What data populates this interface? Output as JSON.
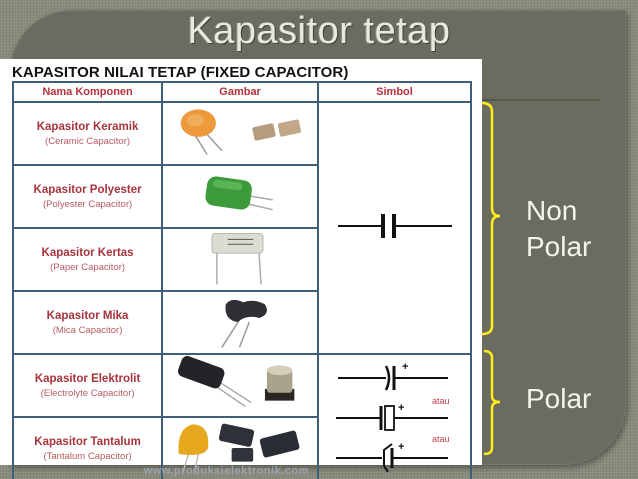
{
  "slide": {
    "title": "Kapasitor tetap",
    "colors": {
      "background": "#8a8b7c",
      "panel": "#6b6c60",
      "title_text": "#e6e9e0",
      "brace": "#ffec1a",
      "table_border": "#3f5e7c",
      "name_text": "#a7343c"
    }
  },
  "table": {
    "caption": "KAPASITOR NILAI TETAP (FIXED CAPACITOR)",
    "headers": [
      "Nama Komponen",
      "Gambar",
      "Simbol"
    ],
    "rows": [
      {
        "name": "Kapasitor Keramik",
        "english": "(Ceramic Capacitor)"
      },
      {
        "name": "Kapasitor Polyester",
        "english": "(Polyester Capacitor)"
      },
      {
        "name": "Kapasitor Kertas",
        "english": "(Paper Capacitor)"
      },
      {
        "name": "Kapasitor Mika",
        "english": "(Mica Capacitor)"
      },
      {
        "name": "Kapasitor Elektrolit",
        "english": "(Electrolyte Capacitor)"
      },
      {
        "name": "Kapasitor Tantalum",
        "english": "(Tantalum Capacitor)"
      }
    ],
    "symbols": {
      "non_polar": "capacitor-symbol",
      "polar_alternatives": [
        "polarized-capacitor-curved",
        "polarized-capacitor-box",
        "polarized-capacitor-bent"
      ],
      "plus_sign": "+",
      "separator": "atau"
    },
    "watermark": "www.produksielektronik.com"
  },
  "groups": {
    "non_polar_line1": "Non",
    "non_polar_line2": "Polar",
    "polar": "Polar"
  }
}
